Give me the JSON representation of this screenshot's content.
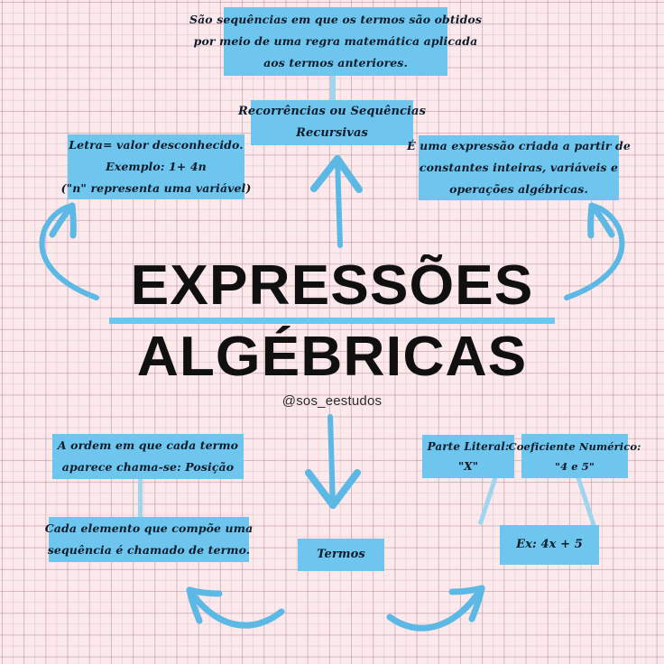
{
  "page": {
    "title_line1": "EXPRESSÕES",
    "title_line2": "ALGÉBRICAS",
    "handle": "@sos_eestudos",
    "background_color": "#fbe9ec",
    "grid_color": "#b58d97",
    "accent_color": "#6ec6ef",
    "box_text_color": "#0d1b2a"
  },
  "boxes": {
    "definicao_recorrencias": {
      "name": "definicao-recorrencias",
      "lines": [
        "São sequências em que os termos são obtidos",
        "por meio de uma regra matemática aplicada",
        "aos termos anteriores."
      ]
    },
    "recorrencias": {
      "name": "recorrencias-ou-sequencias-recursivas",
      "lines": [
        "Recorrências ou Sequências",
        "Recursivas"
      ]
    },
    "letra": {
      "name": "letra-valor-desconhecido",
      "lines": [
        "Letra= valor desconhecido.",
        "Exemplo: 1+ 4n",
        "(\"n\" representa uma variável)"
      ]
    },
    "expressao": {
      "name": "definicao-expressao-algebrica",
      "lines": [
        "É uma expressão criada a partir de",
        "constantes inteiras, variáveis e",
        "operações algébricas."
      ]
    },
    "ordem": {
      "name": "ordem-posicao",
      "lines": [
        "A ordem em que cada termo",
        "aparece chama-se: Posição"
      ]
    },
    "elemento": {
      "name": "elemento-termo",
      "lines": [
        "Cada elemento que compõe uma",
        "sequência é chamado de termo."
      ]
    },
    "termos": {
      "name": "termos",
      "lines": [
        "Termos"
      ]
    },
    "parte_literal": {
      "name": "parte-literal",
      "lines": [
        "Parte Literal:",
        "\"X\""
      ]
    },
    "coeficiente": {
      "name": "coeficiente-numerico",
      "lines": [
        "Coeficiente Numérico:",
        "\"4 e 5\""
      ]
    },
    "exemplo": {
      "name": "exemplo-expressao",
      "lines": [
        "Ex: 4x + 5"
      ]
    }
  },
  "arrows": [
    {
      "name": "arrow-up-to-recorrencias",
      "direction": "up",
      "from": "title",
      "to": "recorrencias"
    },
    {
      "name": "arrow-curve-left-to-letra",
      "direction": "up-right",
      "from": "title",
      "to": "letra"
    },
    {
      "name": "arrow-curve-right-to-expressao",
      "direction": "up-left",
      "from": "title",
      "to": "expressao"
    },
    {
      "name": "arrow-down-to-termos",
      "direction": "down",
      "from": "title",
      "to": "termos"
    },
    {
      "name": "arrow-curve-bottom-left",
      "direction": "up-left",
      "from": "termos",
      "to": "elemento"
    },
    {
      "name": "arrow-curve-bottom-right",
      "direction": "up-right",
      "from": "termos",
      "to": "exemplo"
    }
  ]
}
